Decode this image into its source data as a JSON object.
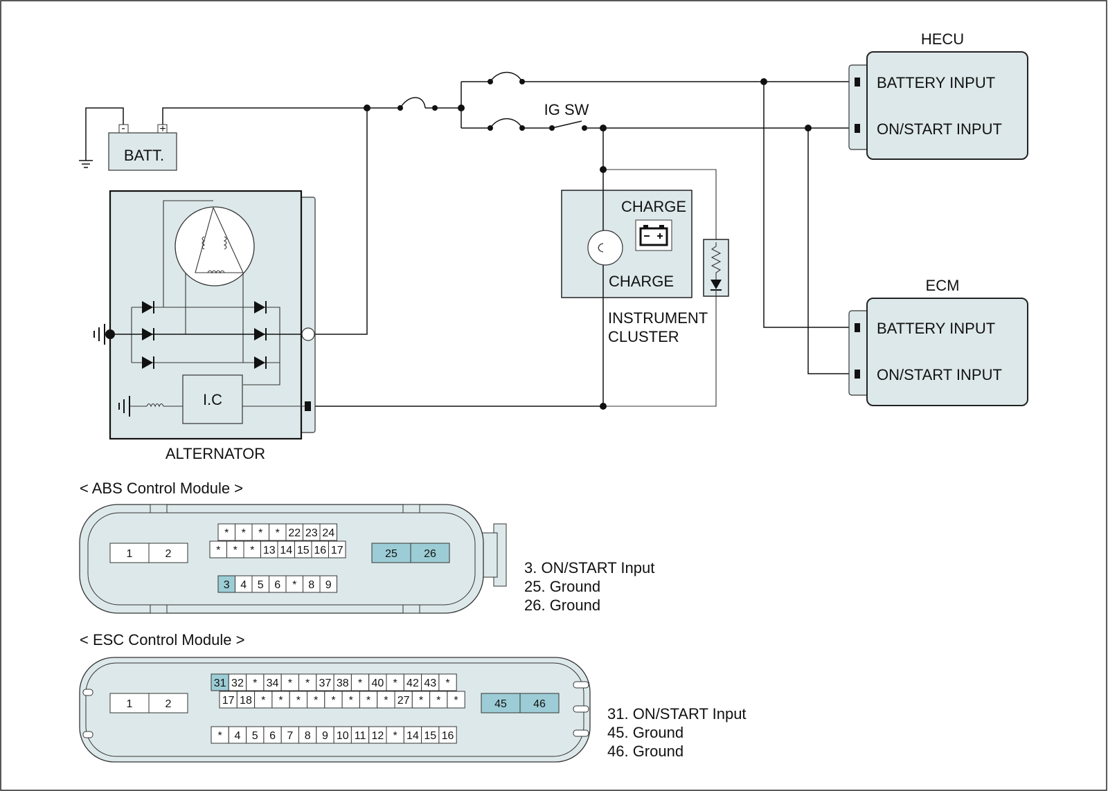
{
  "modules": {
    "hecu": {
      "title": "HECU",
      "battery_input": "BATTERY INPUT",
      "on_start_input": "ON/START INPUT"
    },
    "ecm": {
      "title": "ECM",
      "battery_input": "BATTERY INPUT",
      "on_start_input": "ON/START INPUT"
    }
  },
  "battery": {
    "label": "BATT.",
    "neg": "-",
    "pos": "+"
  },
  "switch": {
    "label": "IG SW"
  },
  "cluster": {
    "charge_top": "CHARGE",
    "charge_bottom": "CHARGE",
    "name_line1": "INSTRUMENT",
    "name_line2": "CLUSTER"
  },
  "alternator": {
    "label": "ALTERNATOR",
    "ic_label": "I.C"
  },
  "abs": {
    "title": "< ABS Control Module >",
    "row1": [
      "*",
      "*",
      "*",
      "*",
      "22",
      "23",
      "24"
    ],
    "row2": [
      "*",
      "*",
      "*",
      "13",
      "14",
      "15",
      "16",
      "17"
    ],
    "row3": [
      "3",
      "4",
      "5",
      "6",
      "*",
      "8",
      "9"
    ],
    "left_pins": [
      "1",
      "2"
    ],
    "right_pins": [
      "25",
      "26"
    ],
    "notes": [
      "3. ON/START Input",
      "25. Ground",
      "26. Ground"
    ]
  },
  "esc": {
    "title": "< ESC Control Module >",
    "row1": [
      "31",
      "32",
      "*",
      "34",
      "*",
      "*",
      "37",
      "38",
      "*",
      "40",
      "*",
      "42",
      "43",
      "*"
    ],
    "row2": [
      "17",
      "18",
      "*",
      "*",
      "*",
      "*",
      "*",
      "*",
      "*",
      "*",
      "27",
      "*",
      "*",
      "*"
    ],
    "row3": [
      "*",
      "4",
      "5",
      "6",
      "7",
      "8",
      "9",
      "10",
      "11",
      "12",
      "*",
      "14",
      "15",
      "16"
    ],
    "left_pins": [
      "1",
      "2"
    ],
    "right_pins": [
      "45",
      "46"
    ],
    "notes": [
      "31. ON/START Input",
      "45. Ground",
      "46. Ground"
    ]
  },
  "colors": {
    "highlight": "#9ccdd6",
    "module_fill": "#dde8ea",
    "panel_fill": "#dbe5e7",
    "line": "#111111"
  }
}
